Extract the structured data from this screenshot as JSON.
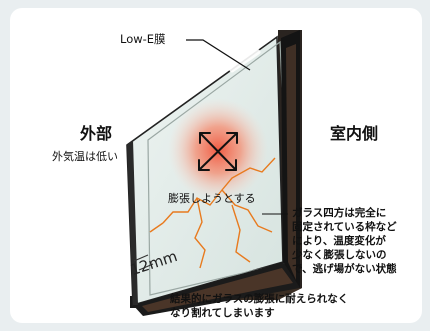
{
  "labels": {
    "low_e": "Low-E膜",
    "outside": "外部",
    "outside_temp": "外気温は低い",
    "inside": "室内側",
    "expanding": "膨張しようとする",
    "thickness": "12mm"
  },
  "explanation": [
    "ガラス四方は完全に",
    "固定されている枠など",
    "により、温度変化が",
    "少なく膨張しないの",
    "で、逃げ場がない状態"
  ],
  "result": [
    "結果的にガラスの膨張に耐えられなく",
    "なり割れてしまいます"
  ],
  "colors": {
    "crack": "#e87a1e",
    "heat_center": "#f25a3a",
    "frame": "#1a1a1a",
    "frame_dark": "#3a2a20",
    "glass": "#dfe9e6"
  },
  "icons": {
    "expansion_arrows": "four-way-arrow-icon"
  }
}
